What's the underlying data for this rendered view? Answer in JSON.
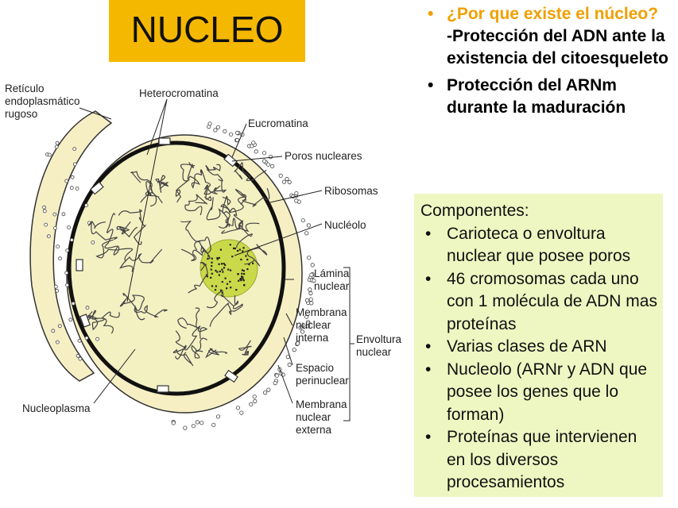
{
  "title": "NUCLEO",
  "question": {
    "text": "¿Por que existe el núcleo?",
    "answers": [
      "-Protección del ADN ante la existencia del citoesqueleto",
      "Protección del ARNm durante la maduración"
    ]
  },
  "components": {
    "heading": "Componentes:",
    "items": [
      "Carioteca o envoltura nuclear que posee poros",
      "46 cromosomas cada uno con 1 molécula de ADN mas proteínas",
      "Varias clases de ARN",
      "Nucleolo (ARNr y ADN que posee los genes que lo forman)",
      "Proteínas que intervienen en los diversos procesamientos"
    ]
  },
  "diagram_labels": {
    "reticulo": "Retículo endoplasmático rugoso",
    "heterocromatina": "Heterocromatina",
    "eucromatina": "Eucromatina",
    "poros": "Poros nucleares",
    "ribosomas": "Ribosomas",
    "nucleolo": "Nucléolo",
    "lamina": "Lámina nuclear",
    "membrana_interna": "Membrana nuclear interna",
    "envoltura": "Envoltura nuclear",
    "espacio": "Espacio perinuclear",
    "membrana_externa": "Membrana nuclear externa",
    "nucleoplasma": "Nucleoplasma"
  },
  "colors": {
    "title_bg": "#f5b800",
    "question_color": "#f0a000",
    "components_bg": "#eef7c2",
    "nucleoplasm": "#f3f0c2",
    "nucleolus": "#c9d94a"
  }
}
